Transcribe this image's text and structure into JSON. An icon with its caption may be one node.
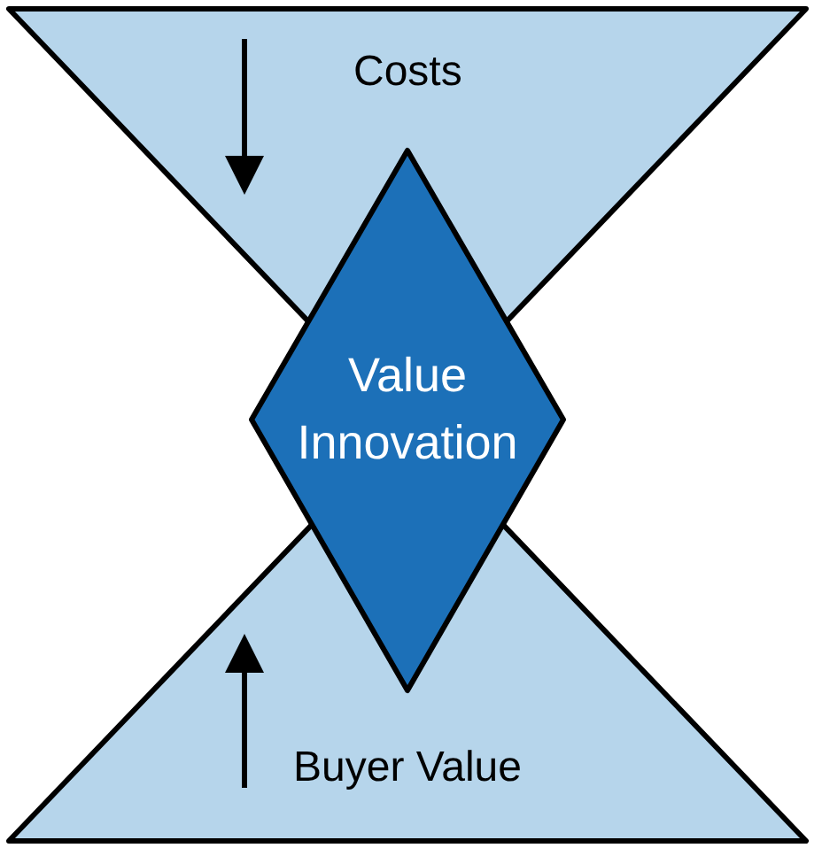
{
  "diagram": {
    "nodes": [
      {
        "text": [
          "Costs"
        ]
      },
      {
        "text": [
          "Value Innovation"
        ]
      },
      {
        "text": [
          "Buyer Value"
        ]
      }
    ]
  }
}
